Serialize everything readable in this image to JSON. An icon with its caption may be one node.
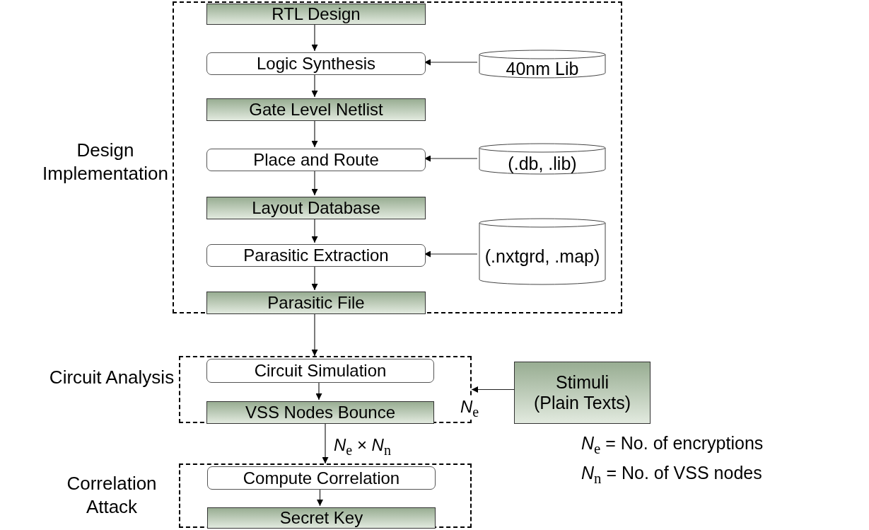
{
  "diagram": {
    "nodes": [
      {
        "text": [
          "Design Implementation"
        ]
      },
      {
        "text": [
          "RTL Design"
        ],
        "in": 0
      },
      {
        "text": [
          "Logic Synthesis"
        ],
        "in": 0
      },
      {
        "text": [
          "40nm Lib"
        ],
        "in": 0
      },
      {
        "text": [
          "Gate Level Netlist"
        ],
        "in": 0
      },
      {
        "text": [
          "Place and Route"
        ],
        "in": 0
      },
      {
        "text": [
          "(.db, .lib)"
        ],
        "in": 0
      },
      {
        "text": [
          "Layout Database"
        ],
        "in": 0
      },
      {
        "text": [
          "Parasitic Extraction"
        ],
        "in": 0
      },
      {
        "text": [
          "(.nxtgrd, .map)"
        ],
        "in": 0
      },
      {
        "text": [
          "Parasitic File"
        ],
        "in": 0
      },
      {
        "text": [
          "Circuit Analysis"
        ]
      },
      {
        "text": [
          "Circuit Simulation"
        ],
        "in": 11
      },
      {
        "text": [
          "VSS Nodes Bounce"
        ],
        "in": 11
      },
      {
        "text": [
          "Stimuli (Plain Texts)"
        ]
      },
      {
        "text": [
          "Correlation Attack"
        ]
      },
      {
        "text": [
          "Compute Correlation"
        ],
        "in": 15
      },
      {
        "text": [
          "Secret Key"
        ],
        "in": 15
      }
    ],
    "edges": [
      {
        "from": 1,
        "to": 2,
        "arrow": "to"
      },
      {
        "from": 3,
        "to": 2,
        "arrow": "to"
      },
      {
        "from": 2,
        "to": 4,
        "arrow": "to"
      },
      {
        "from": 4,
        "to": 5,
        "arrow": "to"
      },
      {
        "from": 6,
        "to": 5,
        "arrow": "to"
      },
      {
        "from": 5,
        "to": 7,
        "arrow": "to"
      },
      {
        "from": 7,
        "to": 8,
        "arrow": "to"
      },
      {
        "from": 9,
        "to": 8,
        "arrow": "to"
      },
      {
        "from": 8,
        "to": 10,
        "arrow": "to"
      },
      {
        "from": 10,
        "to": 11,
        "arrow": "to"
      },
      {
        "from": 12,
        "to": 13,
        "arrow": "to"
      },
      {
        "from": 14,
        "to": 11,
        "arrow": "to",
        "label": "*N*$_{e}$"
      },
      {
        "from": 11,
        "to": 15,
        "arrow": "to",
        "label": "*N*$_{e}$ × *N*$_{n}$"
      },
      {
        "from": 16,
        "to": 17,
        "arrow": "to"
      }
    ],
    "labels": [
      "*N*$_{e}$ = No. of encryptions",
      "*N*$_{n}$ = No. of VSS nodes"
    ]
  }
}
